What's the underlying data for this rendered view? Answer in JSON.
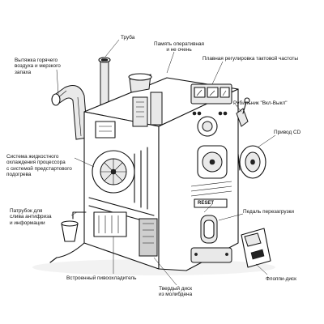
{
  "labels": {
    "pipe": "Труба",
    "ram": "Память оперативная\nи не очень",
    "exhaust": "Вытяжка горячего\nвоздуха и мерзкого\nзапаха",
    "clock": "Плавная регулировка тактовой частоты",
    "switch": "Рубильник \"Вкл-Выкл\"",
    "cooling": "Система жидкостного\nохлаждения процессора\nс системой предстартового\nподогрева",
    "cd": "Привод CD",
    "antifreeze": "Патрубок для\nслива антифриза\nи информации",
    "reset_pedal": "Педаль перезагрузки",
    "reset_plate": "RESET",
    "beer": "Встроенный пивоохладитель",
    "floppy": "Флоппи-диск",
    "hdd": "Твердый диск\nиз молибдена"
  }
}
